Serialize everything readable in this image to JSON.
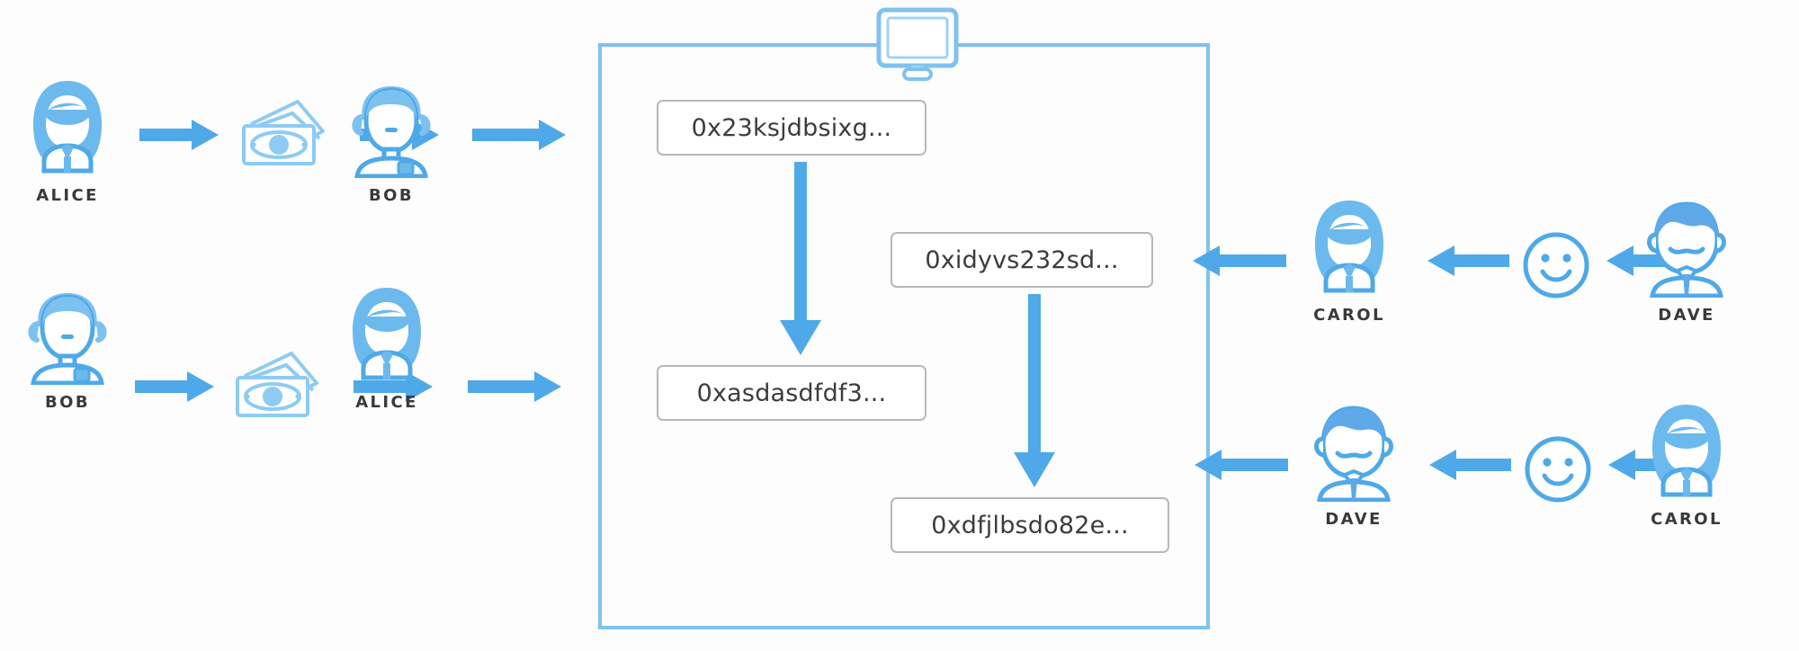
{
  "diagram": {
    "title": "Blockchain transaction ledger diagram",
    "accent_blue": "#4fa9e8",
    "light_blue": "#7fc2ef",
    "avatar_fill": "#6cb9ee",
    "box_border": "#b8b8b8",
    "label_color": "#3a3a3a",
    "background": "#fdfdfd"
  },
  "ledger": {
    "name": "ledger-container",
    "monitor_icon": "monitor-icon",
    "entries": [
      {
        "id": "hash-1",
        "value": "0x23ksjdbsixg..."
      },
      {
        "id": "hash-2",
        "value": "0xidyvs232sd..."
      },
      {
        "id": "hash-3",
        "value": "0xasdasdfdf3..."
      },
      {
        "id": "hash-4",
        "value": "0xdfjlbsdo82e..."
      }
    ]
  },
  "actors": {
    "alice_top": {
      "label": "ALICE",
      "avatar": "female-avatar-icon"
    },
    "bob_top": {
      "label": "BOB",
      "avatar": "elder-male-avatar-icon"
    },
    "bob_bottom": {
      "label": "BOB",
      "avatar": "elder-male-avatar-icon"
    },
    "alice_bottom": {
      "label": "ALICE",
      "avatar": "female-avatar-icon"
    },
    "carol_top": {
      "label": "CAROL",
      "avatar": "female-avatar-icon"
    },
    "dave_top": {
      "label": "DAVE",
      "avatar": "male-avatar-icon"
    },
    "dave_bottom": {
      "label": "DAVE",
      "avatar": "male-avatar-icon"
    },
    "carol_bottom": {
      "label": "CAROL",
      "avatar": "female-avatar-icon"
    }
  },
  "icons": {
    "money_top": "money-banknotes-icon",
    "money_bottom": "money-banknotes-icon",
    "smiley_top": "smiley-face-icon",
    "smiley_bottom": "smiley-face-icon"
  },
  "flows": [
    {
      "name": "alice-to-money-top",
      "direction": "right"
    },
    {
      "name": "money-to-bob-top",
      "direction": "right"
    },
    {
      "name": "bob-to-ledger-top",
      "direction": "right"
    },
    {
      "name": "bob-to-money-bottom",
      "direction": "right"
    },
    {
      "name": "money-to-alice-bottom",
      "direction": "right"
    },
    {
      "name": "alice-to-ledger-bottom",
      "direction": "right"
    },
    {
      "name": "hash1-to-hash3",
      "direction": "down"
    },
    {
      "name": "hash2-to-hash4",
      "direction": "down"
    },
    {
      "name": "carol-to-ledger-top",
      "direction": "left"
    },
    {
      "name": "smiley-to-carol-top",
      "direction": "left"
    },
    {
      "name": "dave-to-smiley-top",
      "direction": "left"
    },
    {
      "name": "dave-to-ledger-bottom",
      "direction": "left"
    },
    {
      "name": "smiley-to-dave-bottom",
      "direction": "left"
    },
    {
      "name": "carol-to-smiley-bottom",
      "direction": "left"
    }
  ]
}
